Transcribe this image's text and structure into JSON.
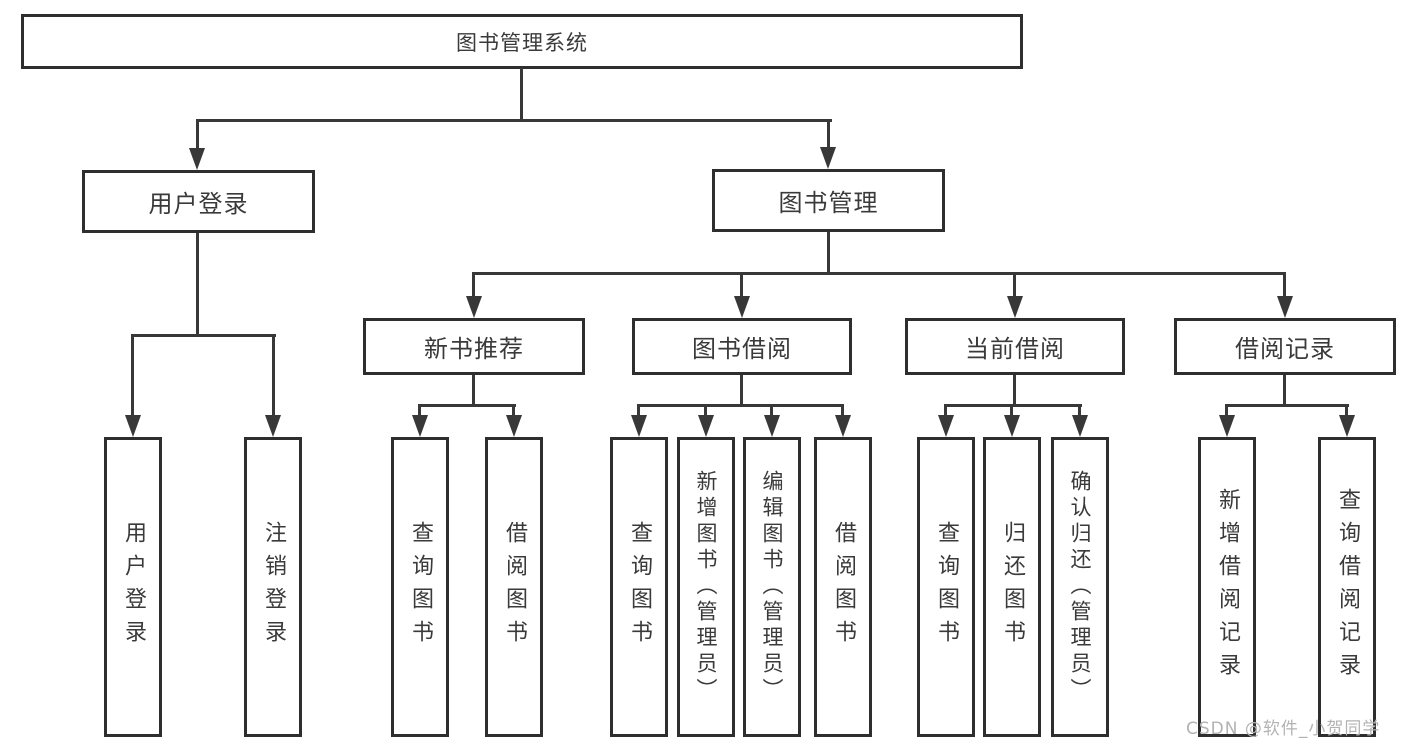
{
  "diagram": {
    "root_label": "图书管理系统",
    "branches": [
      {
        "label": "用户登录",
        "children": [
          {
            "label": "用户登录"
          },
          {
            "label": "注销登录"
          }
        ]
      },
      {
        "label": "图书管理",
        "sections": [
          {
            "label": "新书推荐",
            "children": [
              {
                "label": "查询图书"
              },
              {
                "label": "借阅图书"
              }
            ]
          },
          {
            "label": "图书借阅",
            "children": [
              {
                "label": "查询图书"
              },
              {
                "label": "新增图书（管理员）"
              },
              {
                "label": "编辑图书（管理员）"
              },
              {
                "label": "借阅图书"
              }
            ]
          },
          {
            "label": "当前借阅",
            "children": [
              {
                "label": "查询图书"
              },
              {
                "label": "归还图书"
              },
              {
                "label": "确认归还（管理员）"
              }
            ]
          },
          {
            "label": "借阅记录",
            "children": [
              {
                "label": "新增借阅记录"
              },
              {
                "label": "查询借阅记录"
              }
            ]
          }
        ]
      }
    ],
    "watermark": "CSDN @软件_小贺同学",
    "colors": {
      "line": "#383838",
      "box_border": "#2e2e2e",
      "text": "#3a3a3a",
      "watermark": "#b3b3b3",
      "background": "#ffffff"
    }
  }
}
